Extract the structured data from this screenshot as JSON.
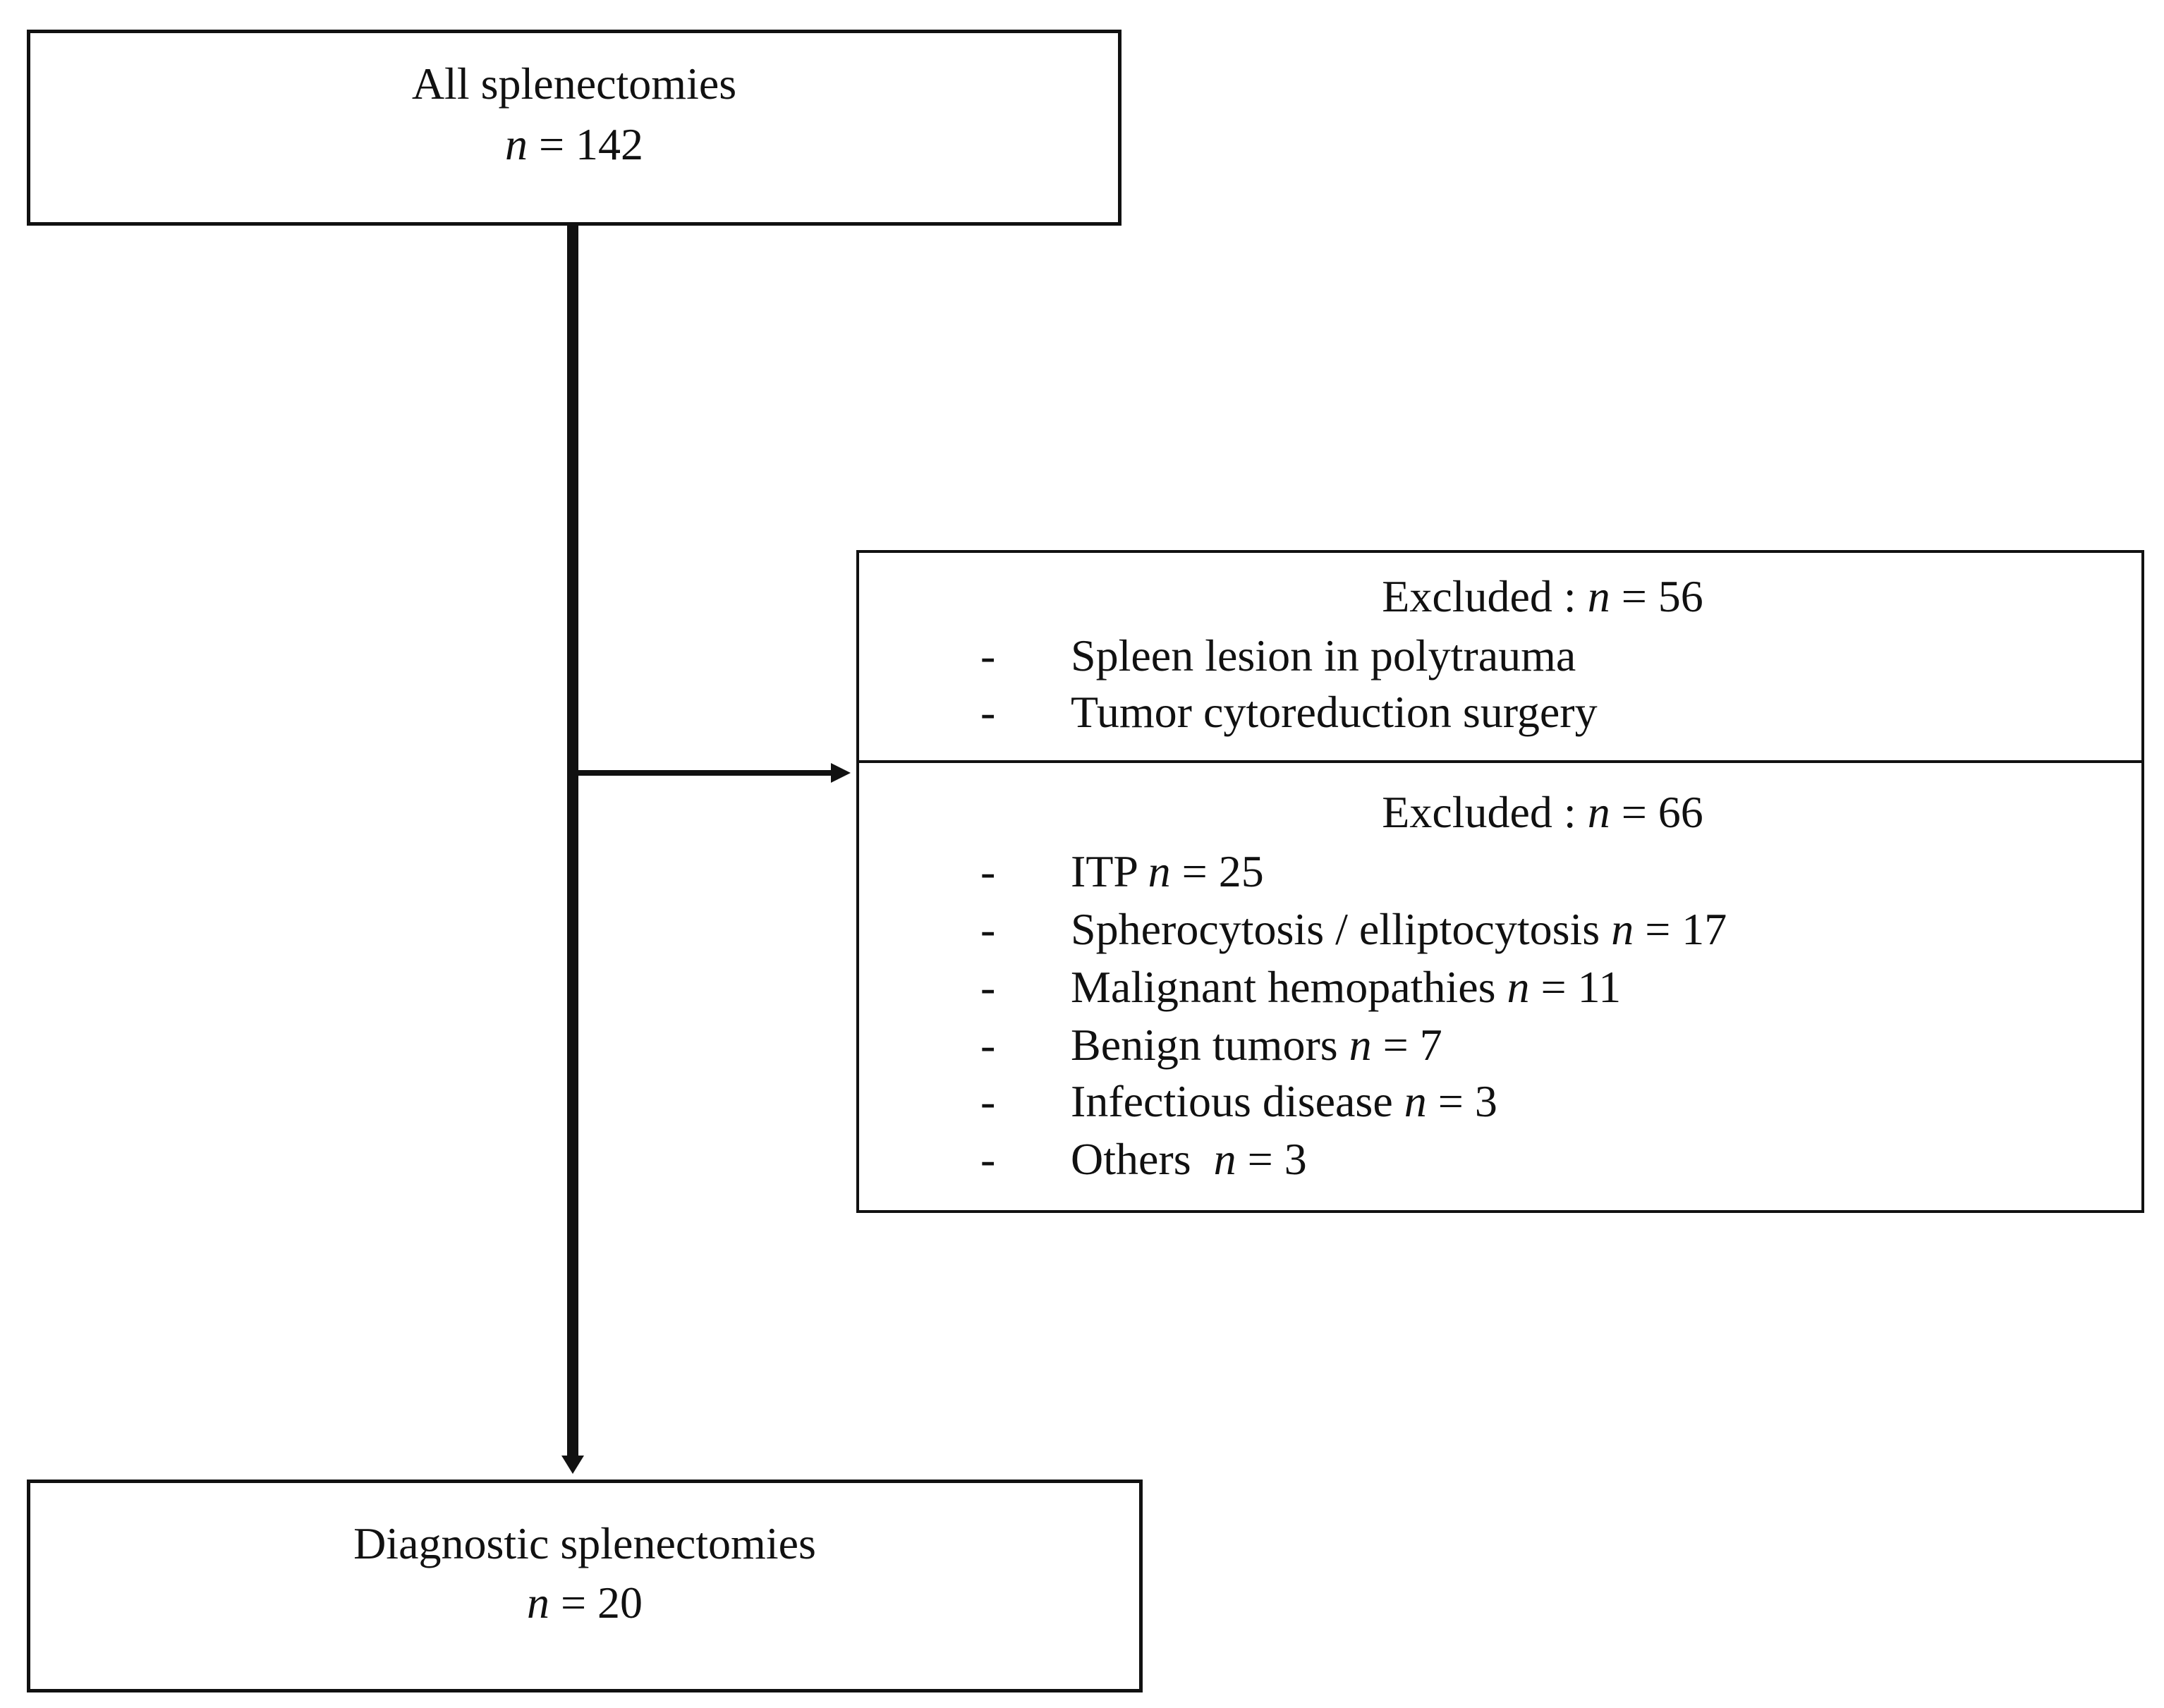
{
  "nodes": {
    "all": {
      "label": "All splenectomies",
      "n_symbol": "n",
      "n_text": " = 142"
    },
    "diagnostic": {
      "label": "Diagnostic splenectomies",
      "n_symbol": "n",
      "n_text": " = 20"
    }
  },
  "excluded_1": {
    "head_label": "Excluded : ",
    "n_symbol": "n",
    "n_text": " = 56",
    "bullet": "-",
    "items": [
      {
        "label": "Spleen lesion in polytrauma"
      },
      {
        "label": "Tumor cytoreduction surgery"
      }
    ]
  },
  "excluded_2": {
    "head_label": "Excluded : ",
    "n_symbol": "n",
    "n_text": " = 66",
    "bullet": "-",
    "items": [
      {
        "label": "ITP ",
        "n_symbol": "n",
        "n_text": " = 25"
      },
      {
        "label": "Spherocytosis / elliptocytosis ",
        "n_symbol": "n",
        "n_text": " = 17"
      },
      {
        "label": "Malignant hemopathies ",
        "n_symbol": "n",
        "n_text": " = 11"
      },
      {
        "label": "Benign tumors ",
        "n_symbol": "n",
        "n_text": " = 7"
      },
      {
        "label": "Infectious disease ",
        "n_symbol": "n",
        "n_text": " = 3"
      },
      {
        "label": "Others  ",
        "n_symbol": "n",
        "n_text": " = 3"
      }
    ]
  }
}
